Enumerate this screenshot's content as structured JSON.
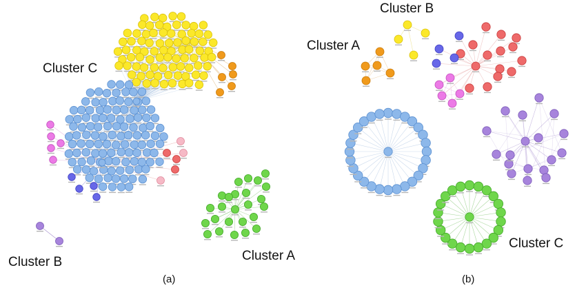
{
  "panels": [
    {
      "id": "a",
      "caption": "(a)"
    },
    {
      "id": "b",
      "caption": "(b)"
    }
  ],
  "cluster_labels": {
    "a_cluster_c": "Cluster C",
    "a_cluster_b": "Cluster B",
    "a_cluster_a": "Cluster A",
    "b_cluster_b": "Cluster B",
    "b_cluster_a": "Cluster A",
    "b_cluster_c": "Cluster C"
  },
  "colors": {
    "blue": "#8db8ea",
    "blue_stroke": "#5a8fd0",
    "yellow": "#fbe82a",
    "yellow_stroke": "#d8c00a",
    "orange": "#f09a1c",
    "orange_stroke": "#c97a08",
    "green": "#6fd64b",
    "green_stroke": "#44a82a",
    "purple": "#a784dc",
    "purple_stroke": "#7c5bb8",
    "magenta": "#ec7ae6",
    "magenta_stroke": "#c04ebb",
    "red": "#ee6a6a",
    "red_stroke": "#c83a3a",
    "pink": "#f6b9c6",
    "pink_stroke": "#e08a9c",
    "indigo": "#6767e8",
    "indigo_stroke": "#3f3fc0",
    "edge": "#9fb9dd"
  }
}
